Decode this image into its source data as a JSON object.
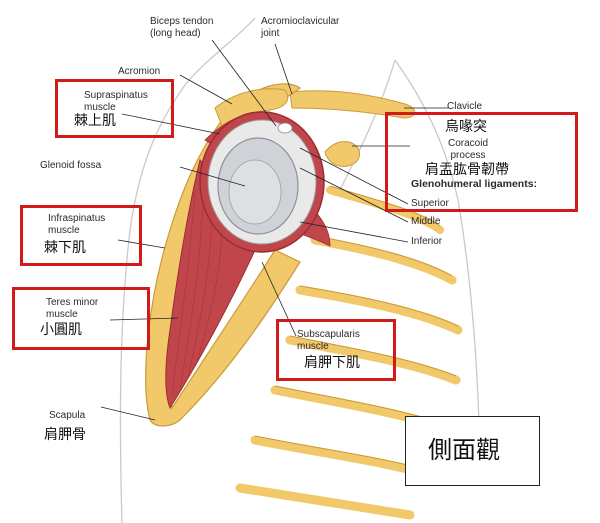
{
  "labels": {
    "biceps_tendon": [
      "Biceps tendon",
      "(long head)"
    ],
    "ac_joint": [
      "Acromioclavicular",
      "joint"
    ],
    "acromion": "Acromion",
    "supraspinatus": [
      "Supraspinatus",
      "muscle"
    ],
    "supraspinatus_zh": "棘上肌",
    "clavicle": "Clavicle",
    "coracoid_zh": "烏喙突",
    "coracoid": [
      "Coracoid",
      "process"
    ],
    "glenohumeral_zh": "肩盂肱骨韌帶",
    "glenohumeral": "Glenohumeral ligaments:",
    "glenoid_fossa": "Glenoid fossa",
    "superior": "Superior",
    "middle": "Middle",
    "inferior": "Inferior",
    "infraspinatus": [
      "Infraspinatus",
      "muscle"
    ],
    "infraspinatus_zh": "棘下肌",
    "teres_minor": [
      "Teres minor",
      "muscle"
    ],
    "teres_minor_zh": "小圓肌",
    "subscapularis": [
      "Subscapularis",
      "muscle"
    ],
    "subscapularis_zh": "肩胛下肌",
    "scapula": "Scapula",
    "scapula_zh": "肩胛骨",
    "view_title": "側面觀"
  },
  "colors": {
    "bone": "#f2c96a",
    "bone_edge": "#c99a3a",
    "muscle": "#c0464b",
    "muscle_dark": "#9b2d33",
    "cartilage": "#d7dade",
    "highlight_box": "#d11a1a"
  }
}
